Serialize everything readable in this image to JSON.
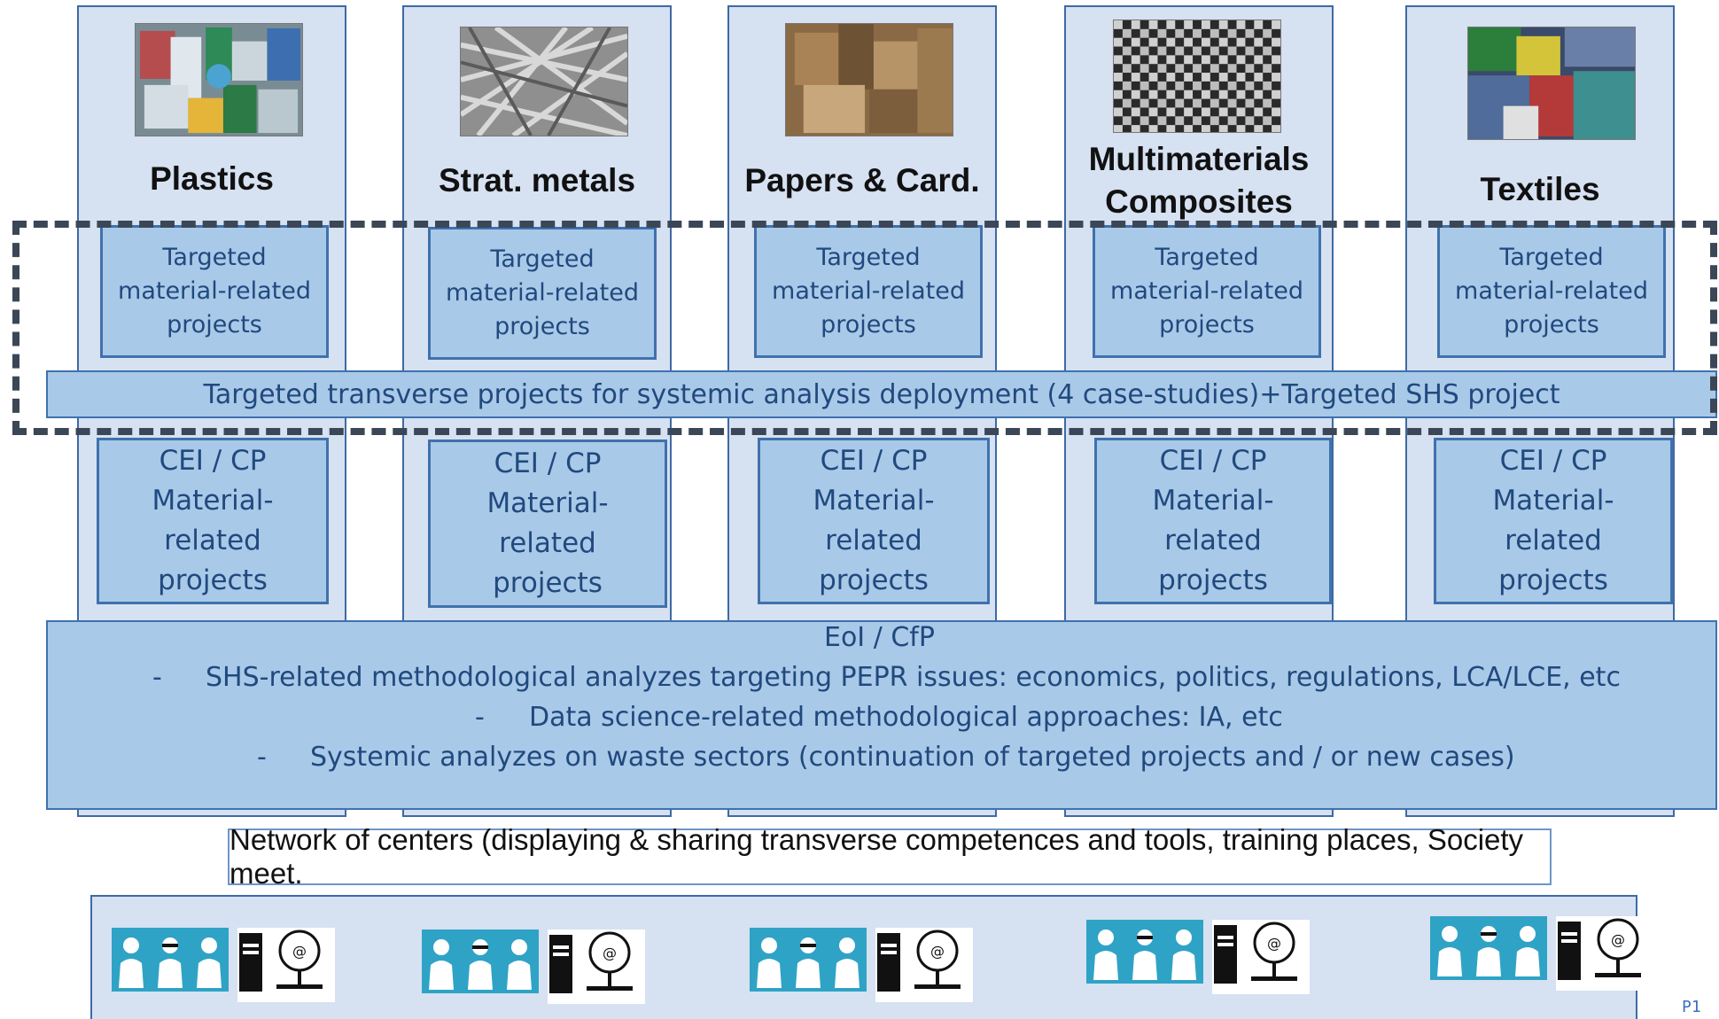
{
  "materials": [
    {
      "title_lines": [
        "Plastics"
      ],
      "targeted": [
        "Targeted",
        "material-related",
        "projects"
      ],
      "cei": [
        "CEI / CP",
        "Material-",
        "related",
        "projects"
      ]
    },
    {
      "title_lines": [
        "Strat. metals"
      ],
      "targeted": [
        "Targeted",
        "material-related",
        "projects"
      ],
      "cei": [
        "CEI / CP",
        "Material-",
        "related",
        "projects"
      ]
    },
    {
      "title_lines": [
        "Papers & Card."
      ],
      "targeted": [
        "Targeted",
        "material-related",
        "projects"
      ],
      "cei": [
        "CEI / CP",
        "Material-",
        "related",
        "projects"
      ]
    },
    {
      "title_lines": [
        "Multimaterials",
        "Composites"
      ],
      "targeted": [
        "Targeted",
        "material-related",
        "projects"
      ],
      "cei": [
        "CEI / CP",
        "Material-",
        "related",
        "projects"
      ]
    },
    {
      "title_lines": [
        "Textiles"
      ],
      "targeted": [
        "Targeted",
        "material-related",
        "projects"
      ],
      "cei": [
        "CEI / CP",
        "Material-",
        "related",
        "projects"
      ]
    }
  ],
  "transverse_band": "Targeted transverse projects for systemic analysis deployment (4 case-studies)+Targeted SHS project",
  "eol": {
    "title": "EoI / CfP",
    "bullets": [
      {
        "dash": "-",
        "text": "SHS-related methodological analyzes targeting PEPR issues: economics, politics, regulations, LCA/LCE, etc"
      },
      {
        "dash": "-",
        "text": "Data science-related methodological approaches: IA,  etc"
      },
      {
        "dash": "-",
        "text": "Systemic analyzes on waste sectors (continuation of targeted projects and / or new cases)"
      }
    ]
  },
  "network": "Network of centers (displaying & sharing transverse competences and tools, training places, Society meet.",
  "page_number": "P1",
  "colors": {
    "column_fill": "#d6e1f2",
    "box_fill": "#a9c9e8",
    "box_border": "#3f72ad",
    "text_blue": "#20497e",
    "dash": "#3b4657",
    "icon_teal": "#2fa3c6"
  },
  "icons": [
    "plastics-photo",
    "metals-photo",
    "paper-photo",
    "composite-photo",
    "textiles-photo",
    "researchers-icon",
    "server-icon",
    "computer-icon"
  ]
}
